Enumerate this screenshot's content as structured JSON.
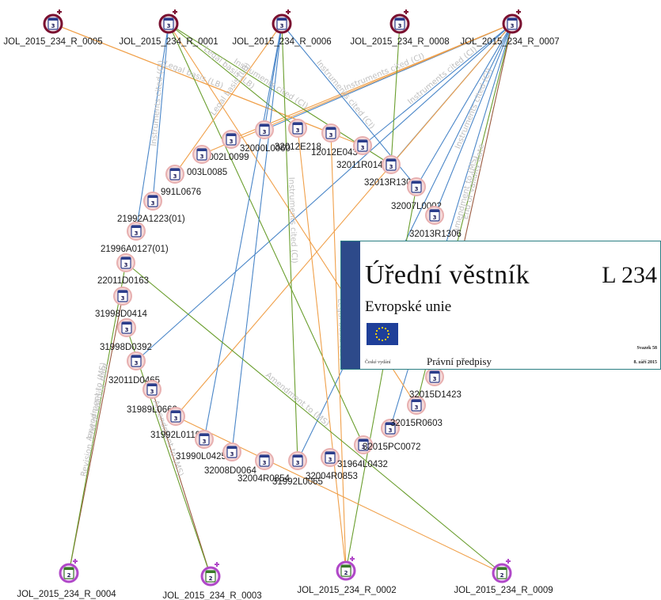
{
  "colors": {
    "green": "#6a9e2e",
    "blue": "#4a86c8",
    "orange": "#f0a04a",
    "brown": "#9a5a40",
    "doc_ring": "#7a1030",
    "act_ring": "#b048c8",
    "ref_ring": "#e8b0b0",
    "ref_fill": "#f4dada",
    "badge_blue": "#2c3e8c"
  },
  "icons": {
    "document": "document-node-icon",
    "cited": "cited-act-icon",
    "add": "plus-icon"
  },
  "documents": [
    {
      "id": "d1",
      "label": "JOL_2015_234_R_0005",
      "badge": "3"
    },
    {
      "id": "d2",
      "label": "JOL_2015_234_R_0001",
      "badge": "3"
    },
    {
      "id": "d3",
      "label": "JOL_2015_234_R_0006",
      "badge": "3"
    },
    {
      "id": "d4",
      "label": "JOL_2015_234_R_0008",
      "badge": "3"
    },
    {
      "id": "d5",
      "label": "JOL_2015_234_R_0007",
      "badge": "3"
    },
    {
      "id": "b1",
      "label": "JOL_2015_234_R_0004",
      "badge": "2"
    },
    {
      "id": "b2",
      "label": "JOL_2015_234_R_0003",
      "badge": "2"
    },
    {
      "id": "b3",
      "label": "JOL_2015_234_R_0002",
      "badge": "2"
    },
    {
      "id": "b4",
      "label": "JOL_2015_234_R_0009",
      "badge": "2"
    }
  ],
  "acts": [
    {
      "id": "a1",
      "label": "32000L0060",
      "badge": "3"
    },
    {
      "id": "a2",
      "label": "32012E218",
      "badge": "3"
    },
    {
      "id": "a3",
      "label": "12012E043",
      "badge": "3"
    },
    {
      "id": "a4",
      "label": "2002L0099",
      "badge": "3"
    },
    {
      "id": "a5",
      "label": "003L0085",
      "badge": "3"
    },
    {
      "id": "a6",
      "label": "32011R0142",
      "badge": "3"
    },
    {
      "id": "a7",
      "label": "32013R1308",
      "badge": "3"
    },
    {
      "id": "a8",
      "label": "991L0676",
      "badge": "3"
    },
    {
      "id": "a9",
      "label": "32007L0002",
      "badge": "3"
    },
    {
      "id": "a10",
      "label": "21992A1223(01)",
      "badge": "3"
    },
    {
      "id": "a11",
      "label": "32013R1306",
      "badge": "3"
    },
    {
      "id": "a12",
      "label": "21996A0127(01)",
      "badge": "3"
    },
    {
      "id": "a13",
      "label": "22011D0163",
      "badge": "3"
    },
    {
      "id": "a14",
      "label": "31998D0414",
      "badge": "3"
    },
    {
      "id": "a15",
      "label": "31998D0392",
      "badge": "3"
    },
    {
      "id": "a16",
      "label": "32011D0465",
      "badge": "3"
    },
    {
      "id": "a17",
      "label": "31989L0662",
      "badge": "3"
    },
    {
      "id": "a18",
      "label": "31992L0119",
      "badge": "3"
    },
    {
      "id": "a19",
      "label": "31990L0425",
      "badge": "3"
    },
    {
      "id": "a20",
      "label": "32008D0064",
      "badge": "3"
    },
    {
      "id": "a21",
      "label": "32004R0854",
      "badge": "3"
    },
    {
      "id": "a22",
      "label": "31992L0065",
      "badge": "3"
    },
    {
      "id": "a23",
      "label": "32004R0853",
      "badge": "3"
    },
    {
      "id": "a24",
      "label": "31964L0432",
      "badge": "3"
    },
    {
      "id": "a25",
      "label": "32015PC0072",
      "badge": "3"
    },
    {
      "id": "a26",
      "label": "32015R0603",
      "badge": "3"
    },
    {
      "id": "a27",
      "label": "32015D1423",
      "badge": "3"
    }
  ],
  "edges": [
    {
      "from": "d5",
      "to": "a1",
      "color": "blue",
      "label": ""
    },
    {
      "from": "d5",
      "to": "a4",
      "color": "orange",
      "label": "Instruments cited (CI)"
    },
    {
      "from": "d5",
      "to": "a5",
      "color": "orange",
      "label": ""
    },
    {
      "from": "d5",
      "to": "a6",
      "color": "blue",
      "label": "Instruments cited (CI)"
    },
    {
      "from": "d5",
      "to": "a7",
      "color": "blue",
      "label": ""
    },
    {
      "from": "d5",
      "to": "a9",
      "color": "blue",
      "label": ""
    },
    {
      "from": "d5",
      "to": "a11",
      "color": "blue",
      "label": "Instruments cited (CI)"
    },
    {
      "from": "d5",
      "to": "a16",
      "color": "blue",
      "label": ""
    },
    {
      "from": "d5",
      "to": "a18",
      "color": "orange",
      "label": ""
    },
    {
      "from": "d5",
      "to": "a25",
      "color": "blue",
      "label": ""
    },
    {
      "from": "d5",
      "to": "a26",
      "color": "green",
      "label": "Amendment to (MS)"
    },
    {
      "from": "d5",
      "to": "a27",
      "color": "brown",
      "label": "End of validity date"
    },
    {
      "from": "d5",
      "to": "a22",
      "color": "blue",
      "label": ""
    },
    {
      "from": "d1",
      "to": "a3",
      "color": "orange",
      "label": ""
    },
    {
      "from": "d1",
      "to": "a6",
      "color": "orange",
      "label": "Legal basis (LB)"
    },
    {
      "from": "d2",
      "to": "a10",
      "color": "blue",
      "label": "Instruments cited (CI)"
    },
    {
      "from": "d2",
      "to": "a12",
      "color": "blue",
      "label": ""
    },
    {
      "from": "d2",
      "to": "a2",
      "color": "green",
      "label": "Legal basis (LB)"
    },
    {
      "from": "d2",
      "to": "a7",
      "color": "green",
      "label": "Instruments cited (CI)"
    },
    {
      "from": "d2",
      "to": "a24",
      "color": "green",
      "label": ""
    },
    {
      "from": "d2",
      "to": "a26",
      "color": "orange",
      "label": ""
    },
    {
      "from": "d3",
      "to": "a1",
      "color": "blue",
      "label": ""
    },
    {
      "from": "d3",
      "to": "a8",
      "color": "orange",
      "label": "Legal basis (LB)"
    },
    {
      "from": "d3",
      "to": "a9",
      "color": "blue",
      "label": "Instruments cited (CI)"
    },
    {
      "from": "d3",
      "to": "a19",
      "color": "blue",
      "label": ""
    },
    {
      "from": "d3",
      "to": "a20",
      "color": "blue",
      "label": ""
    },
    {
      "from": "d3",
      "to": "a22",
      "color": "green",
      "label": "Instruments cited (CI)"
    },
    {
      "from": "d4",
      "to": "a7",
      "color": "green",
      "label": ""
    },
    {
      "from": "a14",
      "to": "b1",
      "color": "brown",
      "label": "Revision, End of validity date"
    },
    {
      "from": "a13",
      "to": "b1",
      "color": "green",
      "label": "Amendment to (MS)"
    },
    {
      "from": "a17",
      "to": "b2",
      "color": "brown",
      "label": ""
    },
    {
      "from": "a15",
      "to": "b2",
      "color": "green",
      "label": "Amendment to (MS)"
    },
    {
      "from": "a3",
      "to": "b3",
      "color": "orange",
      "label": "Legal basis (LB)"
    },
    {
      "from": "a9",
      "to": "b3",
      "color": "green",
      "label": ""
    },
    {
      "from": "a2",
      "to": "b3",
      "color": "orange",
      "label": ""
    },
    {
      "from": "a13",
      "to": "b4",
      "color": "green",
      "label": "Amendment to (MS)"
    },
    {
      "from": "a18",
      "to": "b4",
      "color": "orange",
      "label": ""
    }
  ],
  "preview": {
    "title": "Úřední věstník",
    "issue": "L 234",
    "subtitle": "Evropské unie",
    "edition": "České vydání",
    "section": "Právní předpisy",
    "volume": "Svazek 58",
    "date": "8. září 2015"
  }
}
